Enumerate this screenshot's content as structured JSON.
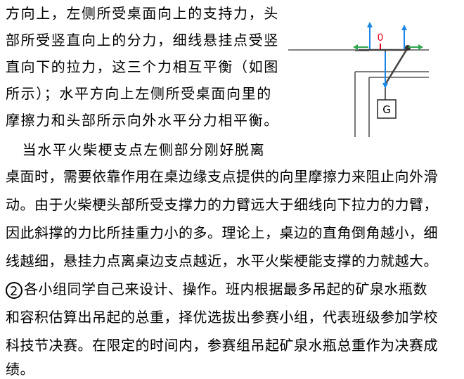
{
  "paragraph1": [
    "方向上，左侧所受桌面向上的支持力，头",
    "部所受竖直向上的分力，细线悬挂点受竖",
    "直向下的拉力，这三个力相互平衡（如图",
    "所示）；水平方向上左侧所受桌面向里的",
    "摩擦力和头部所示向外水平分力相平衡。"
  ],
  "paragraph2": [
    "　当水平火柴梗支点左侧部分刚好脱离",
    "桌面时，需要依靠作用在桌边缘支点提供的向里摩擦力来阻止向外滑",
    "动。由于火柴梗头部所受支撑力的力臂远大于细线向下拉力的力臂，",
    "因此斜撑的力比所挂重力小的多。理论上，桌边的直角倒角越小，细",
    "线越细，悬挂力点离桌边支点越近，水平火柴梗能支撑的力就越大。"
  ],
  "item2": {
    "marker": "2",
    "lines": [
      "各小组同学自己来设计、操作。班内根据最多吊起的矿泉水瓶数",
      "和容积估算出吊起的总重，择优选拔出参赛小组，代表班级参加学校",
      "科技节决赛。在限定的时间内，参赛组吊起矿泉水瓶总重作为决赛成",
      "绩。"
    ]
  },
  "figure": {
    "force_label": "0",
    "weight_label": "G"
  },
  "colors": {
    "force_red": "#e8001c",
    "force_blue": "#1a86e6",
    "force_green": "#2fa84f",
    "line_gray": "#555555"
  }
}
